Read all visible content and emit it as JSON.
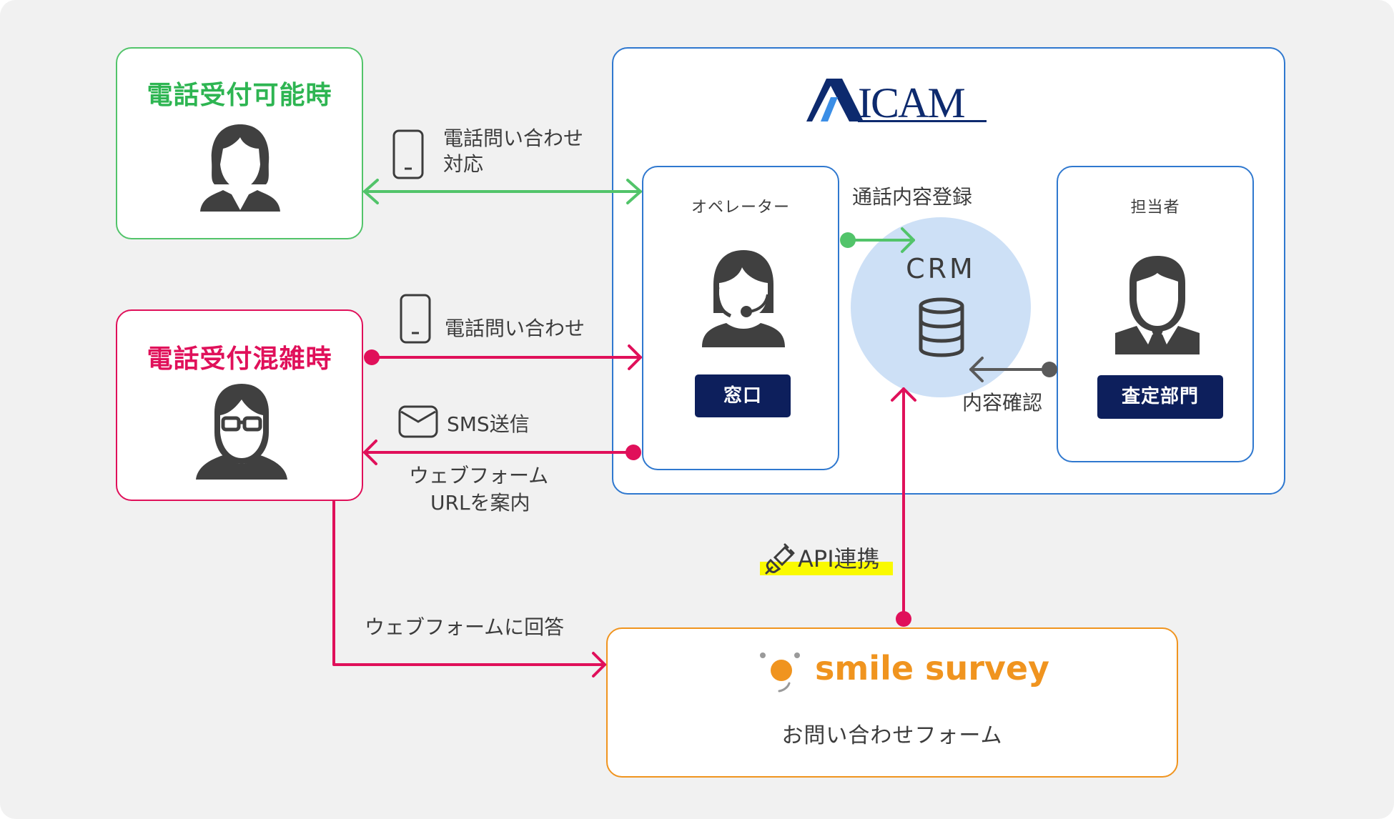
{
  "groups": {
    "available": {
      "title": "電話受付可能時",
      "color": "#2eb552"
    },
    "busy": {
      "title": "電話受付混雑時",
      "color": "#e0105a"
    }
  },
  "company": {
    "logo_text": "ICAM"
  },
  "operator": {
    "role": "オペレーター",
    "tag": "窓口"
  },
  "staff": {
    "role": "担当者",
    "tag": "査定部門"
  },
  "crm": {
    "label": "CRM"
  },
  "edges": {
    "phone_response": [
      "電話問い合わせ",
      "対応"
    ],
    "phone_inquiry": "電話問い合わせ",
    "sms": "SMS送信",
    "webform_guide": [
      "ウェブフォーム",
      "URLを案内"
    ],
    "call_register": "通話内容登録",
    "confirm": "内容確認",
    "api": "API連携",
    "webform_answer": "ウェブフォームに回答"
  },
  "survey": {
    "brand": "smile survey",
    "subtitle": "お問い合わせフォーム"
  },
  "colors": {
    "green": "#52c46a",
    "pink": "#e0105a",
    "blue": "#2f78cf",
    "navy": "#0d1f5c",
    "orange": "#f0941f",
    "gray": "#555555",
    "highlight": "#fafa00"
  }
}
